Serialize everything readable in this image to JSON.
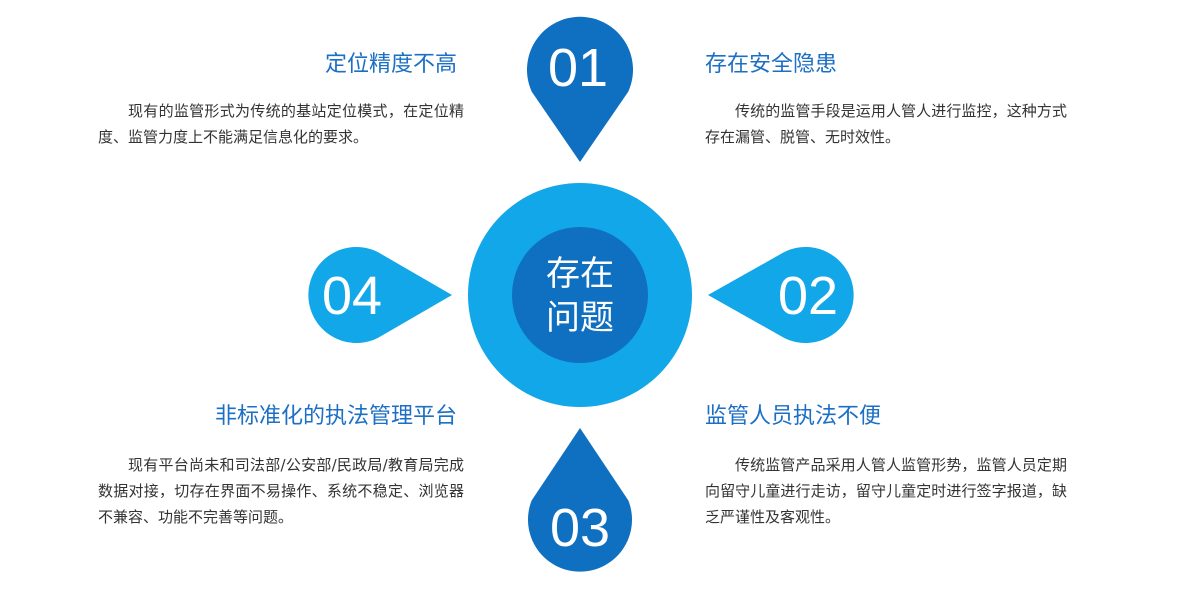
{
  "center": {
    "line1": "存在",
    "line2": "问题"
  },
  "colors": {
    "light_blue": "#11a7e8",
    "dark_blue": "#0f6fc0",
    "text_blue": "#1b6fc4"
  },
  "items": [
    {
      "num": "01",
      "title": "定位精度不高",
      "desc": "现有的监管形式为传统的基站定位模式，在定位精度、监管力度上不能满足信息化的要求。"
    },
    {
      "num": "02",
      "title": "存在安全隐患",
      "desc": "传统的监管手段是运用人管人进行监控，这种方式存在漏管、脱管、无时效性。"
    },
    {
      "num": "03",
      "title": "监管人员执法不便",
      "desc": "传统监管产品采用人管人监管形势，监管人员定期向留守儿童进行走访，留守儿童定时进行签字报道，缺乏严谨性及客观性。"
    },
    {
      "num": "04",
      "title": "非标准化的执法管理平台",
      "desc": "现有平台尚未和司法部/公安部/民政局/教育局完成数据对接，切存在界面不易操作、系统不稳定、浏览器不兼容、功能不完善等问题。"
    }
  ]
}
